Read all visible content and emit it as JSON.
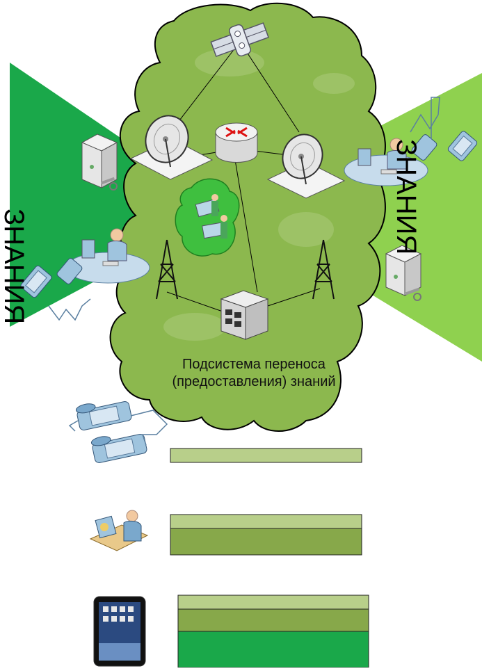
{
  "labels": {
    "left_wedge": "ЗНАНИЯ",
    "right_wedge": "ЗНАНИЯ",
    "caption_line1": "Подсистема переноса",
    "caption_line2": "(предоставления) знаний"
  },
  "colors": {
    "cloud": "#8cb84e",
    "cloud_stroke": "#000000",
    "inner_blob": "#3fbf3f",
    "left_wedge": "#1aa84a",
    "right_wedge": "#8fd14f",
    "bar_light": "#b8cf8a",
    "bar_mid": "#87a84a",
    "bar_dark": "#1aa84a"
  },
  "legend": [
    {
      "icon": "telephones-icon",
      "levels": [
        "light"
      ]
    },
    {
      "icon": "operator-workstation-icon",
      "levels": [
        "light",
        "mid"
      ]
    },
    {
      "icon": "tablet-icon",
      "levels": [
        "light",
        "mid",
        "dark"
      ]
    }
  ]
}
